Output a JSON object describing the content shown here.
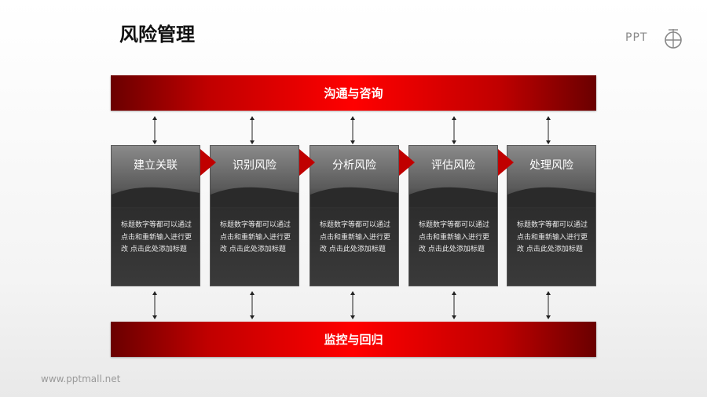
{
  "title": "风险管理",
  "logo": {
    "text": "PPT",
    "icon": "ppt-mall-logo-icon"
  },
  "top_banner": "沟通与咨询",
  "bottom_banner": "监控与回归",
  "steps": [
    {
      "label": "建立关联",
      "desc": "标题数字等都可以通过点击和重新输入进行更改 点击此处添加标题"
    },
    {
      "label": "识别风险",
      "desc": "标题数字等都可以通过点击和重新输入进行更改 点击此处添加标题"
    },
    {
      "label": "分析风险",
      "desc": "标题数字等都可以通过点击和重新输入进行更改 点击此处添加标题"
    },
    {
      "label": "评估风险",
      "desc": "标题数字等都可以通过点击和重新输入进行更改 点击此处添加标题"
    },
    {
      "label": "处理风险",
      "desc": "标题数字等都可以通过点击和重新输入进行更改 点击此处添加标题"
    }
  ],
  "footer": "www.pptmall.net",
  "colors": {
    "accent": "#ff0000",
    "dark_accent": "#6a0000",
    "card": "#3a3a3a"
  }
}
